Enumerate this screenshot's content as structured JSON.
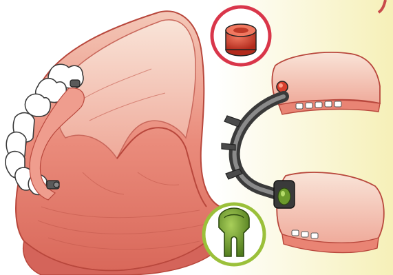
{
  "figure": {
    "parts": [
      "implant-supported-denture-with-teeth",
      "lower-jaw-gum-model",
      "red-cap-attachment",
      "green-clip-attachment",
      "bar-attachment-with-gums"
    ]
  },
  "colors": {
    "gum": "#e97f6f",
    "gum_light": "#f6d6c8",
    "gum_shadow": "#c8554a",
    "red_cap": "#d8402e",
    "red_ring": "#d9364a",
    "green_clip": "#6c9a2c",
    "green_ring": "#9bc03a",
    "metal": "#5a5a5a",
    "tooth": "#ffffff",
    "background_right": "#f6f0b8"
  }
}
